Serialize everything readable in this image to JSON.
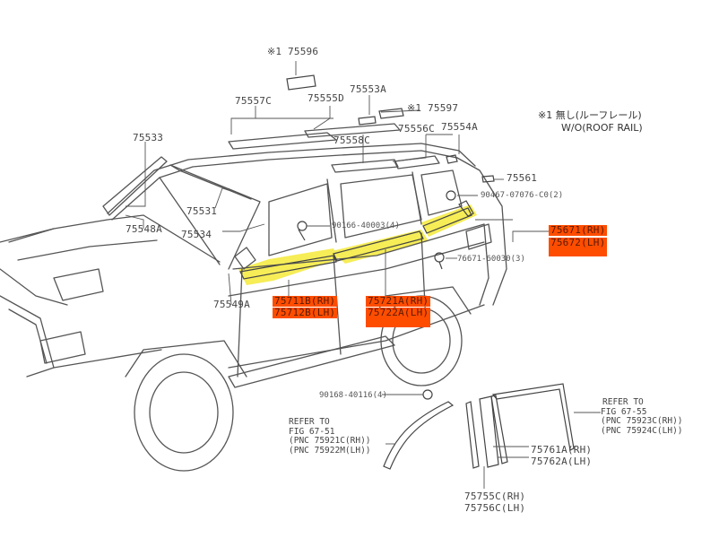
{
  "labels": {
    "p75596": "※1 75596",
    "p75557C": "75557C",
    "p75555D": "75555D",
    "p75553A": "75553A",
    "p75597": "※1 75597",
    "p75533": "75533",
    "p75558C": "75558C",
    "p75556C": "75556C",
    "p75554A": "75554A",
    "p75561": "75561",
    "p90467": "90467-07076-C0(2)",
    "p75531": "75531",
    "p75548A": "75548A",
    "p75534": "75534",
    "p90166": "90166-40003(4)",
    "p75671": "75671(RH)",
    "p75672": "75672(LH)",
    "p76671": "76671-60030(3)",
    "p75549A": "75549A",
    "p75711B": "75711B(RH)",
    "p75712B": "75712B(LH)",
    "p75721A": "75721A(RH)",
    "p75722A": "75722A(LH)",
    "p90168": "90168-40116(4)",
    "p75761A": "75761A(RH)",
    "p75762A": "75762A(LH)",
    "p75755C": "75755C(RH)",
    "p75756C": "75756C(LH)"
  },
  "notes": {
    "roof_rail_line1": "※1  無し(ルーフレール)",
    "roof_rail_line2": "W/O(ROOF RAIL)"
  },
  "refs": {
    "left": [
      "REFER TO",
      "FIG  67-51",
      "(PNC  75921C(RH))",
      "(PNC  75922M(LH))"
    ],
    "right": [
      "REFER TO",
      "FIG  67-55",
      "(PNC  75923C(RH))",
      "(PNC  75924C(LH))"
    ]
  },
  "colors": {
    "highlight_yellow": "#f5ea3a",
    "highlight_orange": "#ff4d00",
    "line": "#555555"
  }
}
